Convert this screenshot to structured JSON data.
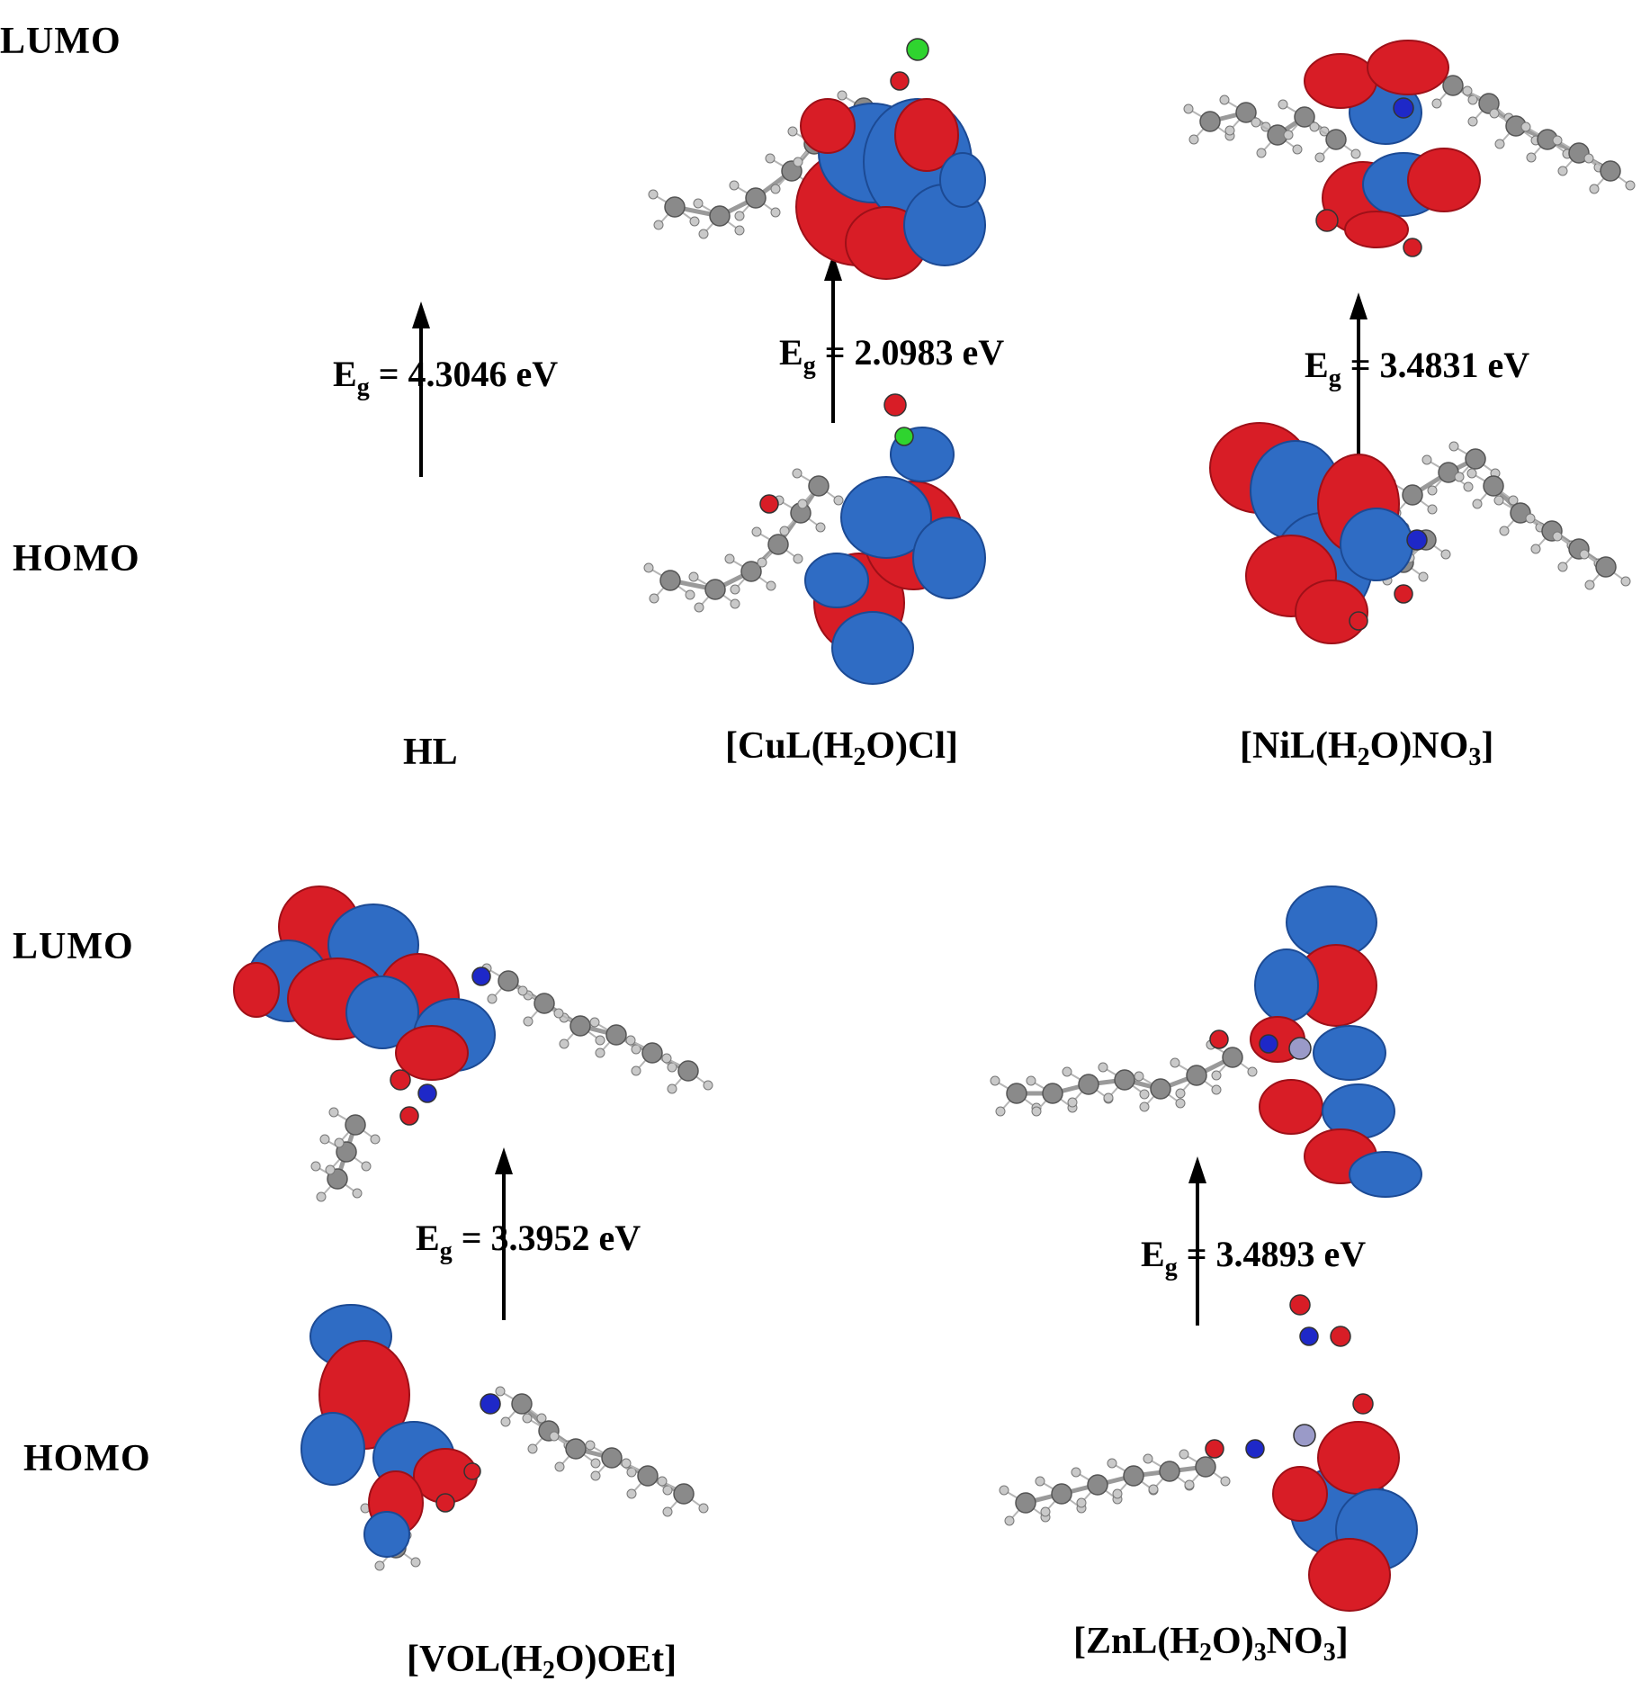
{
  "row_labels": {
    "top_lumo": "LUMO",
    "top_homo": "HOMO",
    "bottom_lumo": "LUMO",
    "bottom_homo": "HOMO"
  },
  "gap_prefix": "E",
  "gap_subscript": "g",
  "compounds": [
    {
      "id": "hl",
      "name_parts": [
        "HL"
      ],
      "gap": "= 4.3046  eV"
    },
    {
      "id": "cu",
      "name_parts": [
        "[CuL(H",
        "2",
        "O)Cl]"
      ],
      "gap": "= 2.0983  eV"
    },
    {
      "id": "ni",
      "name_parts": [
        "[NiL(H",
        "2",
        "O)NO",
        "3",
        "]"
      ],
      "gap": "= 3.4831  eV"
    },
    {
      "id": "vo",
      "name_parts": [
        "[VOL(H",
        "2",
        "O)OEt]"
      ],
      "gap": "= 3.3952   eV"
    },
    {
      "id": "zn",
      "name_parts": [
        "[ZnL(H",
        "2",
        "O)",
        "3",
        "NO",
        "3",
        "]"
      ],
      "gap": "= 3.4893  eV"
    }
  ],
  "colors": {
    "lobe_red": "#d81d26",
    "lobe_blue": "#2f6cc4",
    "atom_grey": "#8a8a8a",
    "nitrogen": "#1e28c8",
    "chlorine": "#2fd42f"
  }
}
